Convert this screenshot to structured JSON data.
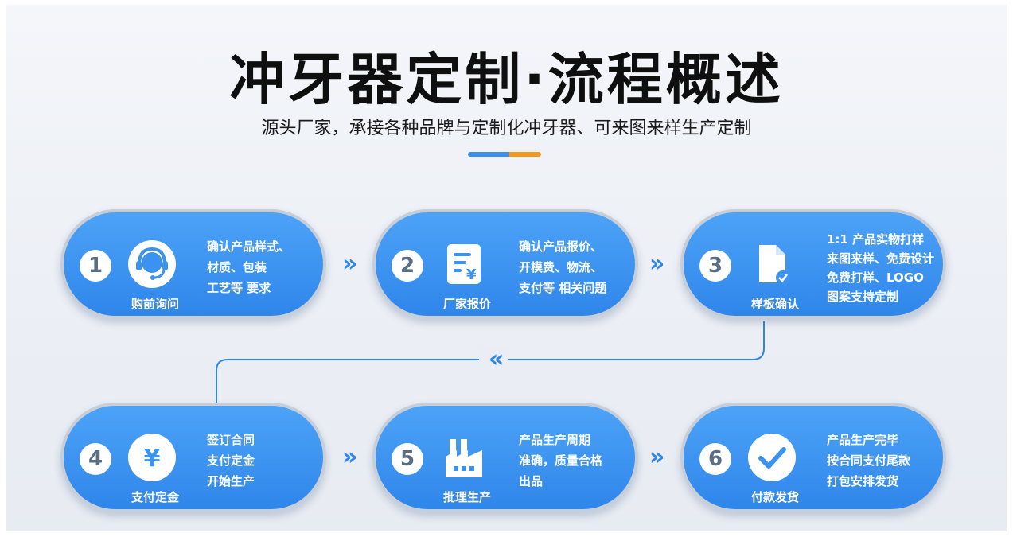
{
  "header": {
    "title": "冲牙器定制·流程概述",
    "subtitle": "源头厂家，承接各种品牌与定制化冲牙器、可来图来样生产定制",
    "accent_colors": [
      "#3e8dea",
      "#f39a1e"
    ]
  },
  "arrows": {
    "forward": "»",
    "back": "«"
  },
  "steps": [
    {
      "number": "1",
      "label": "购前询问",
      "icon": "headset-icon",
      "lines": [
        "确认产品样式、",
        "材质、包装",
        "工艺等 要求"
      ]
    },
    {
      "number": "2",
      "label": "厂家报价",
      "icon": "quote-document-icon",
      "lines": [
        "确认产品报价、",
        "开模费、物流、",
        "支付等 相关问题"
      ]
    },
    {
      "number": "3",
      "label": "样板确认",
      "icon": "file-check-icon",
      "lines": [
        "1:1 产品实物打样",
        "来图来样、免费设计",
        "免费打样、LOGO",
        "图案支持定制"
      ]
    },
    {
      "number": "4",
      "label": "支付定金",
      "icon": "yen-icon",
      "lines": [
        "签订合同",
        "支付定金",
        "开始生产"
      ]
    },
    {
      "number": "5",
      "label": "批理生产",
      "icon": "factory-icon",
      "lines": [
        "产品生产周期",
        "准确，质量合格",
        "出品"
      ]
    },
    {
      "number": "6",
      "label": "付款发货",
      "icon": "check-circle-icon",
      "lines": [
        "产品生产完毕",
        "按合同支付尾款",
        "打包安排发货"
      ]
    }
  ],
  "colors": {
    "card": "#3a93f0",
    "accent": "#2f86ea",
    "number_text": "#5a6e86"
  }
}
